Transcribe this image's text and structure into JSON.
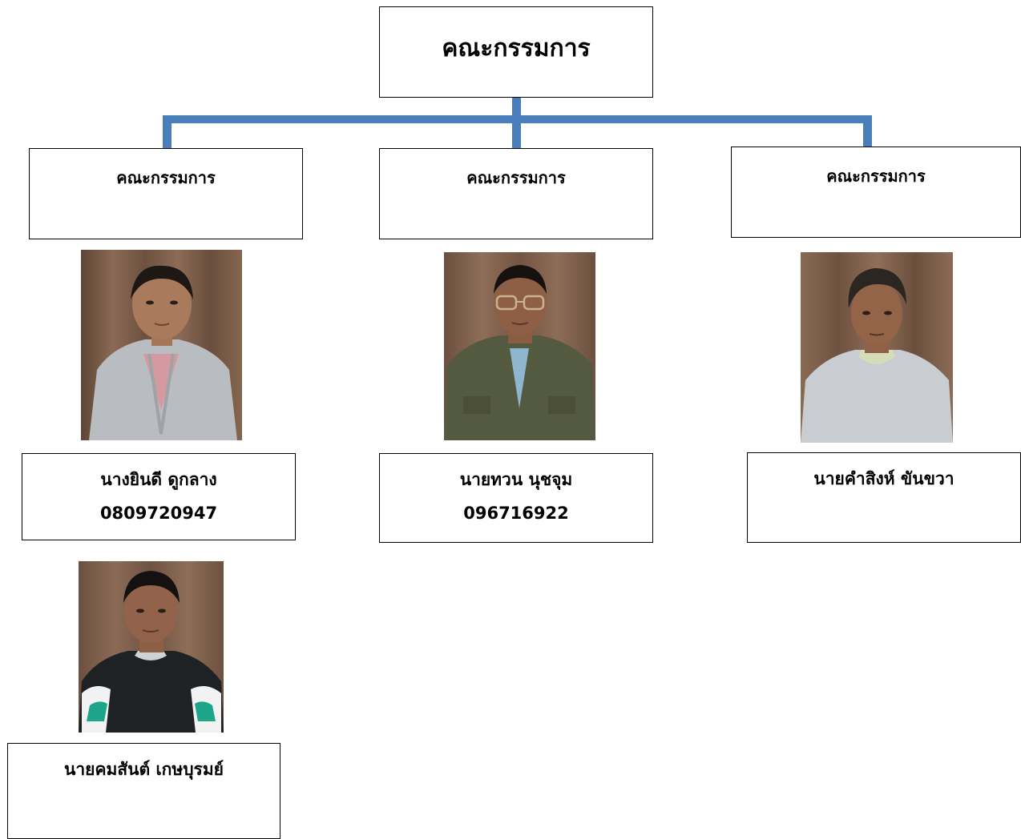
{
  "root": {
    "title": "คณะกรรมการ"
  },
  "categories": [
    {
      "label": "คณะกรรมการ"
    },
    {
      "label": "คณะกรรมการ"
    },
    {
      "label": "คณะกรรมการ"
    }
  ],
  "members": [
    {
      "name": "นางยินดี  ดูกลาง",
      "phone": "0809720947"
    },
    {
      "name": "นายทวน  นุชจุม",
      "phone": "096716922"
    },
    {
      "name": "นายคำสิงห์  ขันขวา",
      "phone": ""
    },
    {
      "name": "นายคมสันต์  เกษบุรมย์",
      "phone": ""
    }
  ],
  "colors": {
    "connector": "#4a7ebb",
    "border": "#000000",
    "photo_backdrop": "#7a5a44"
  }
}
